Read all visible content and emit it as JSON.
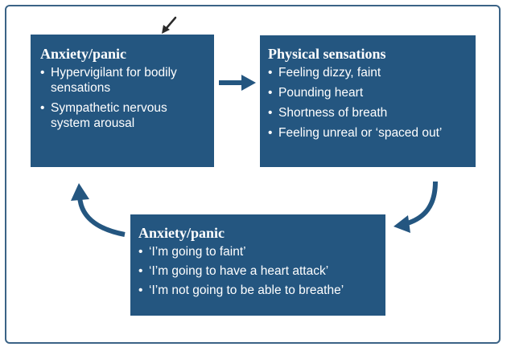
{
  "boxes": {
    "top_left": {
      "title": "Anxiety/panic",
      "items": [
        "Hypervigilant for bodily sensations",
        "Sympathetic nervous system arousal"
      ]
    },
    "top_right": {
      "title": "Physical sensations",
      "items": [
        "Feeling dizzy, faint",
        "Pounding heart",
        "Shortness of breath",
        "Feeling unreal or ‘spaced out’"
      ]
    },
    "bottom": {
      "title": "Anxiety/panic",
      "items": [
        "‘I’m going to faint’",
        "‘I’m going to have a heart attack’",
        "‘I’m not going to be able to breathe’"
      ]
    }
  },
  "colors": {
    "box_fill": "#245680",
    "arrow": "#245680",
    "frame": "#3b6386",
    "pointer": "#2a2a2a"
  },
  "icons": {
    "connector_right": "arrow-right-icon",
    "connector_down_left": "curved-arrow-down-left-icon",
    "connector_up": "curved-arrow-up-icon",
    "pointer": "mouse-pointer-icon"
  }
}
